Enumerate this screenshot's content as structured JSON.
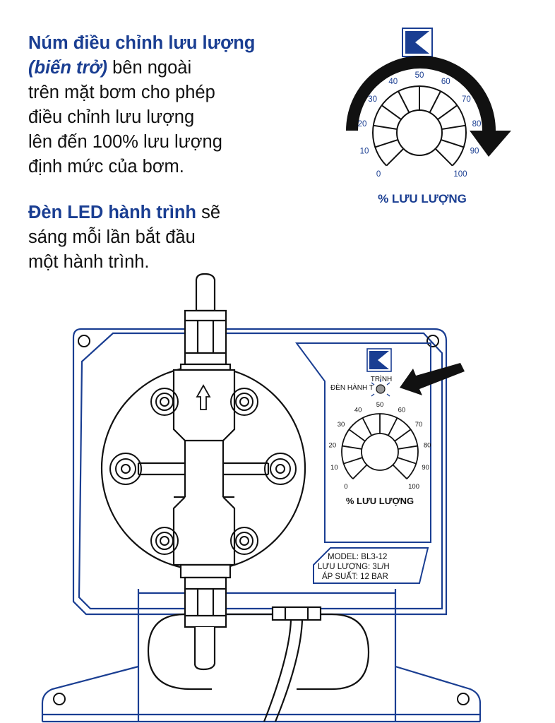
{
  "intro": {
    "knob_title": "Núm điều chỉnh lưu lượng",
    "knob_subtitle": "(biến trở)",
    "knob_body_1": " bên ngoài",
    "knob_lines": [
      "trên mặt bơm cho phép",
      "điều chỉnh lưu lượng",
      "lên đến 100% lưu lượng",
      "định mức của bơm."
    ],
    "led_title": "Đèn LED hành trình",
    "led_body_1": " sẽ",
    "led_lines": [
      "sáng mỗi lần bắt đầu",
      "một hành trình."
    ]
  },
  "dial": {
    "scale_labels": [
      "0",
      "10",
      "20",
      "30",
      "40",
      "50",
      "60",
      "70",
      "80",
      "90",
      "100"
    ],
    "caption": "% LƯU LƯỢNG"
  },
  "panel": {
    "led_label_line1": "TRÌNH",
    "led_label_line2": "ĐÈN HÀNH T",
    "dial_caption": "% LƯU LƯỢNG",
    "scale_labels": [
      "0",
      "10",
      "20",
      "30",
      "40",
      "50",
      "60",
      "70",
      "80",
      "90",
      "100"
    ],
    "model": "MODEL:  BL3-12",
    "flow": "LƯU LƯỢNG: 3L/H",
    "pressure": "ÁP SUẤT: 12 BAR"
  },
  "colors": {
    "brand_blue": "#1a3e92",
    "outline": "#111111",
    "led_grey": "#9a9a9a"
  },
  "icons": [
    "brand-logo-icon",
    "rotation-arrow-icon",
    "pointer-arrow-icon",
    "flow-direction-arrow-icon"
  ]
}
